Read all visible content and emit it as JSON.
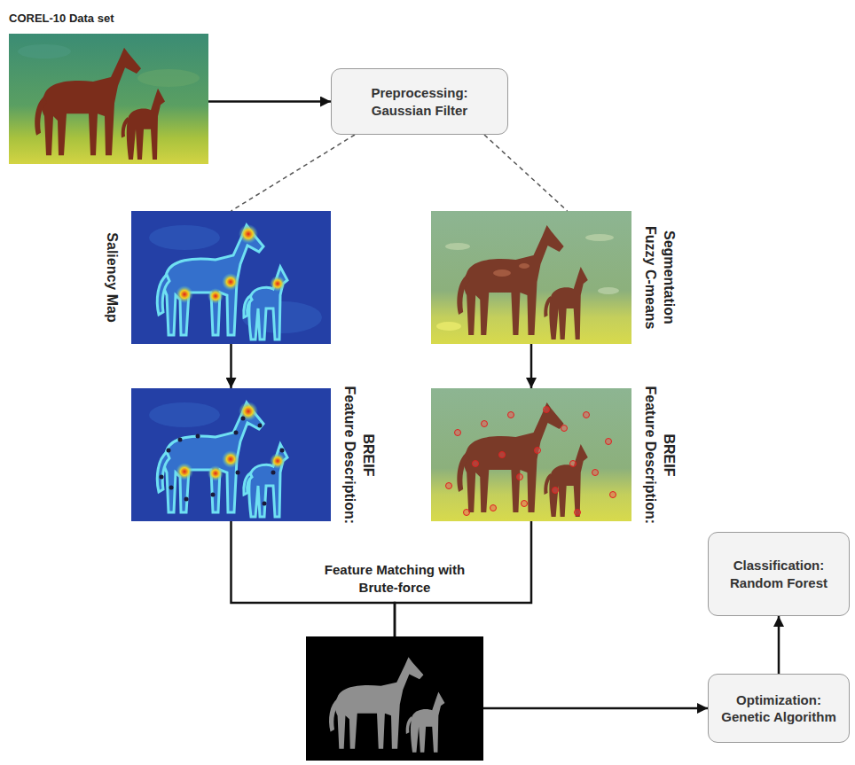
{
  "diagram": {
    "nodes": [
      {
        "text": [
          "COREL-10 Data set"
        ]
      },
      {
        "text": [
          "Preprocessing: Gaussian Filter"
        ]
      },
      {
        "text": [
          "Saliency Map"
        ]
      },
      {
        "text": [
          "Fuzzy C-means Segmentation"
        ]
      },
      {
        "text": [
          "Feature Description: BREIF"
        ]
      },
      {
        "text": [
          "Feature Description: BREIF"
        ]
      },
      {
        "text": [
          "Classification: Random Forest"
        ]
      },
      {
        "text": [
          "Feature Matching with Brute-force"
        ]
      },
      {
        "text": [
          "Optimization: Genetic Algorithm"
        ]
      }
    ],
    "edges": [
      {
        "from": 0,
        "to": 1,
        "arrow": "to"
      },
      {
        "from": 1,
        "to": 2,
        "arrow": "none"
      },
      {
        "from": 1,
        "to": 3,
        "arrow": "none"
      },
      {
        "from": 2,
        "to": 4,
        "arrow": "to"
      },
      {
        "from": 3,
        "to": 5,
        "arrow": "to"
      },
      {
        "from": 4,
        "to": 7,
        "arrow": "none"
      },
      {
        "from": 5,
        "to": 7,
        "arrow": "none"
      },
      {
        "from": 7,
        "to": 8,
        "arrow": "to"
      },
      {
        "from": 8,
        "to": 6,
        "arrow": "to"
      }
    ]
  }
}
